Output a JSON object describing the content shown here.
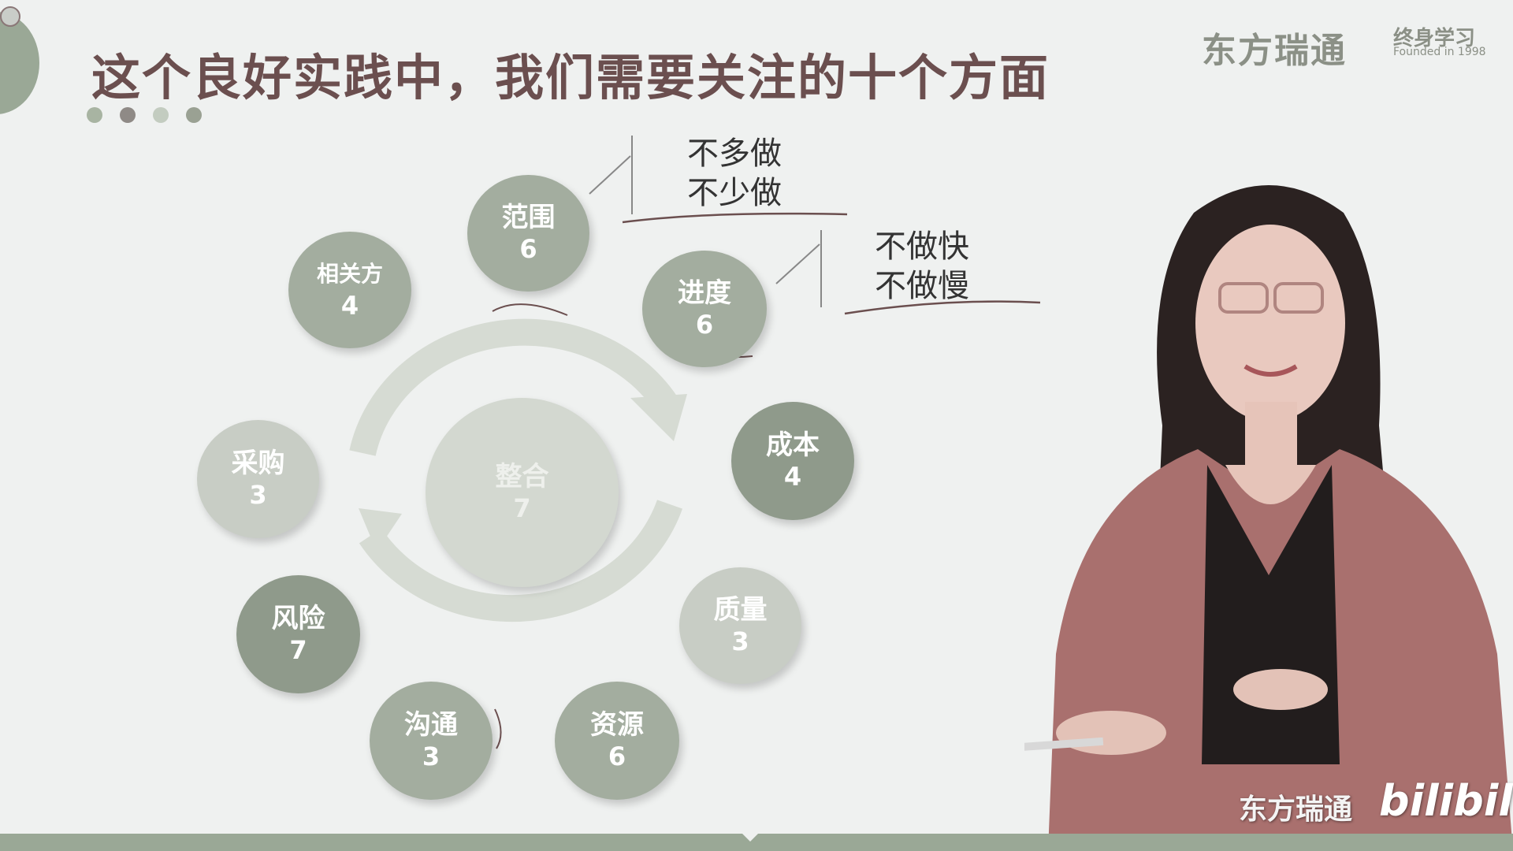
{
  "title": "这个良好实践中，我们需要关注的十个方面",
  "logo": {
    "brand": "东方瑞通",
    "slogan": "终身学习",
    "founded": "Founded in 1998"
  },
  "center": {
    "name": "整合",
    "num": "7"
  },
  "areas": [
    {
      "name": "范围",
      "num": "6"
    },
    {
      "name": "进度",
      "num": "6"
    },
    {
      "name": "成本",
      "num": "4"
    },
    {
      "name": "质量",
      "num": "3"
    },
    {
      "name": "资源",
      "num": "6"
    },
    {
      "name": "沟通",
      "num": "3"
    },
    {
      "name": "风险",
      "num": "7"
    },
    {
      "name": "采购",
      "num": "3"
    },
    {
      "name": "相关方",
      "num": "4"
    }
  ],
  "notes": {
    "scope_line1": "不多做",
    "scope_line2": "不少做",
    "schedule_line1": "不做快",
    "schedule_line2": "不做慢"
  },
  "watermark": {
    "brand": "东方瑞通",
    "site": "bilibili"
  },
  "colors": {
    "dark_green": "#8f9a8b",
    "mid_green": "#a3ad9f",
    "light_green": "#c8cdc5",
    "title": "#6b4f4f"
  }
}
